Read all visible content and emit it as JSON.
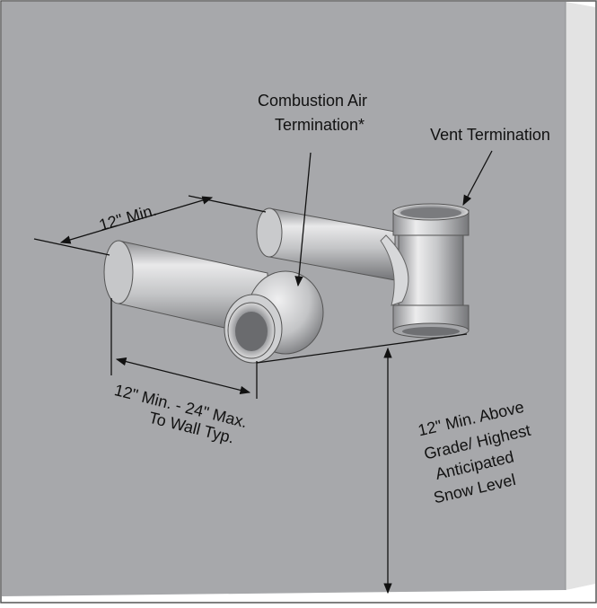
{
  "labels": {
    "combustion_line1": "Combustion Air",
    "combustion_line2": "Termination*",
    "vent": "Vent Termination",
    "min12": "12\" Min.",
    "dist_line1": "12\" Min. - 24\" Max.",
    "dist_line2": "To Wall Typ.",
    "snow_line1": "12\" Min. Above",
    "snow_line2": "Grade/ Highest",
    "snow_line3": "Anticipated",
    "snow_line4": "Snow Level"
  },
  "colors": {
    "wall": "#a7a8ab",
    "wall_side": "#e3e3e3",
    "pipe_light": "#e6e6e7",
    "pipe_mid": "#b9babc",
    "pipe_dark": "#7f8083",
    "line": "#111111"
  }
}
